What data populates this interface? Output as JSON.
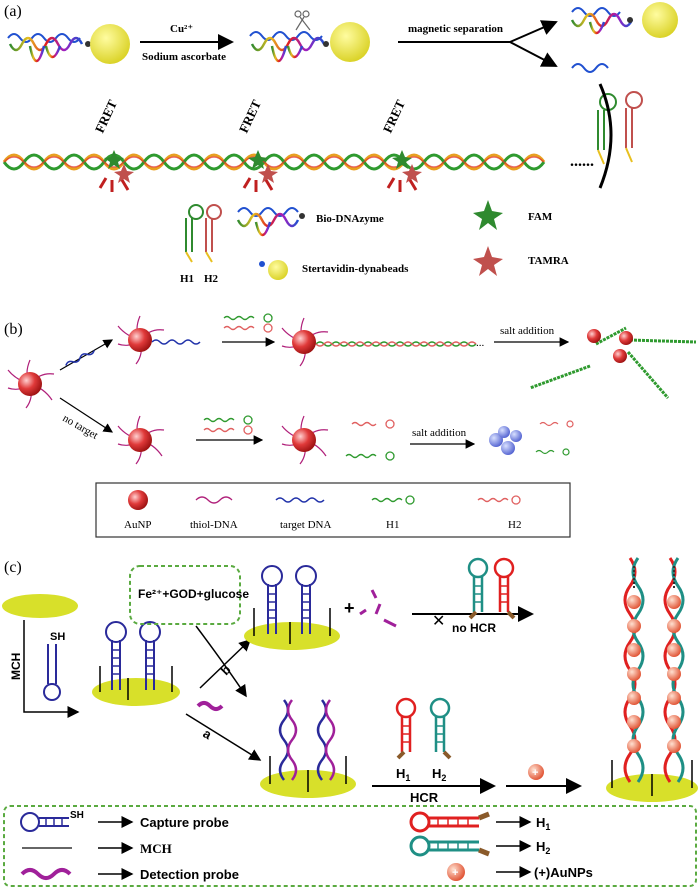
{
  "panel_a": {
    "label": "(a)",
    "arrow1_top": "Cu²⁺",
    "arrow1_bottom": "Sodium ascorbate",
    "arrow2_top": "magnetic separation",
    "fret": "FRET",
    "dots": "......",
    "legend": {
      "h1": "H1",
      "h2": "H2",
      "bio_dnazyme": "Bio-DNAzyme",
      "beads": "Stertavidin-dynabeads",
      "fam": "FAM",
      "tamra": "TAMRA"
    },
    "colors": {
      "fam": "#2f8a2f",
      "tamra": "#c0504d",
      "bead": "#e8e33a"
    }
  },
  "panel_b": {
    "label": "(b)",
    "salt1": "salt addition",
    "salt2": "salt addition",
    "no_target": "no target",
    "dots": "...",
    "legend": {
      "aunp": "AuNP",
      "thiol": "thiol-DNA",
      "target": "target DNA",
      "h1": "H1",
      "h2": "H2"
    },
    "colors": {
      "aunp": "#e03a3a",
      "thiol": "#b0207a",
      "target": "#2233aa"
    }
  },
  "panel_c": {
    "label": "(c)",
    "mix": "Fe²⁺+GOD+glucose",
    "mch": "MCH",
    "sh": "SH",
    "path_a": "a",
    "path_b": "b",
    "no_hcr": "no HCR",
    "plus": "+",
    "h1": "H",
    "h1_sub": "1",
    "h2": "H",
    "h2_sub": "2",
    "hcr": "HCR",
    "legend": {
      "capture": "Capture probe",
      "sh": "SH",
      "mch": "MCH",
      "detection": "Detection probe",
      "h1": "H",
      "h1_sub": "1",
      "h2": "H",
      "h2_sub": "2",
      "aunps": "(+)AuNPs"
    },
    "colors": {
      "electrode": "#d8e02a",
      "h1": "#e02020",
      "h2": "#1f8f85",
      "probe": "#2a2a9a",
      "detection": "#a0209a"
    }
  }
}
